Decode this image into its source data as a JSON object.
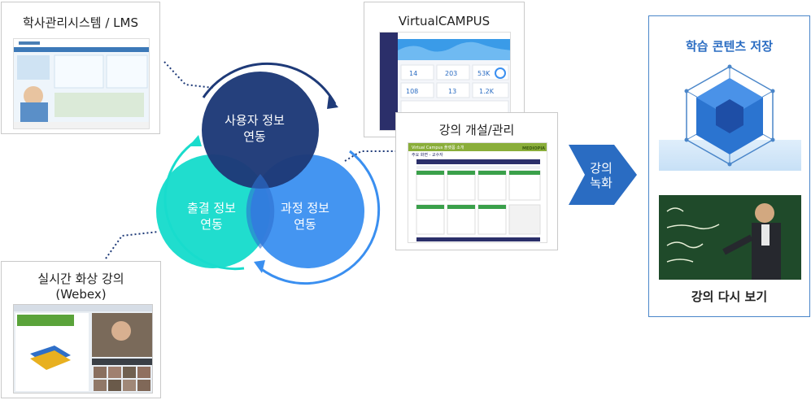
{
  "panels": {
    "lms": {
      "title": "학사관리시스템 / LMS"
    },
    "webex": {
      "title_line1": "실시간 화상 강의",
      "title_line2": "(Webex)"
    },
    "vcampus": {
      "title": "VirtualCAMPUS",
      "stats": [
        "14",
        "203",
        "53K",
        "108",
        "13",
        "1.2K"
      ]
    },
    "course": {
      "title": "강의 개설/관리",
      "header_text": "Virtual Campus 플랫폼 소개",
      "brand": "MEDIOPIA",
      "sub_text": "주요 화면 - 교수자"
    },
    "storage": {
      "title": "학습 콘텐츠 저장",
      "bottom_title": "강의 다시 보기"
    }
  },
  "venn": {
    "user_line1": "사용자 정보",
    "user_line2": "연동",
    "attend_line1": "출결 정보",
    "attend_line2": "연동",
    "course_line1": "과정 정보",
    "course_line2": "연동"
  },
  "arrow": {
    "line1": "강의",
    "line2": "녹화"
  },
  "colors": {
    "navy": "#1e3a78",
    "teal": "#19dccc",
    "blue": "#3a8ff0",
    "accent": "#2a6cc2"
  }
}
